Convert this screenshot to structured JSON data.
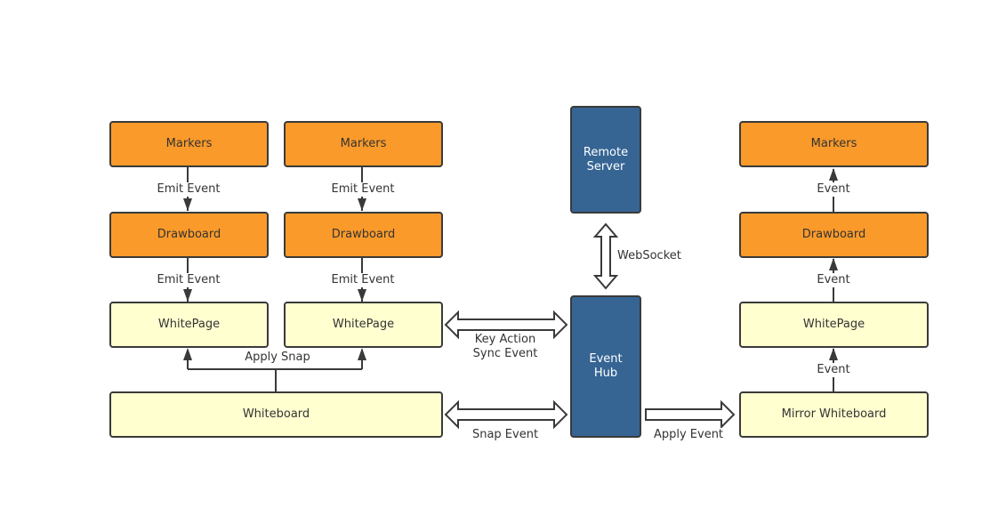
{
  "colors": {
    "orange": "#fa9a2a",
    "yellow": "#ffffd0",
    "blue": "#366594",
    "stroke": "#3a3a3a"
  },
  "nodes": {
    "markers_1": "Markers",
    "markers_2": "Markers",
    "drawboard_1": "Drawboard",
    "drawboard_2": "Drawboard",
    "whitepage_1": "WhitePage",
    "whitepage_2": "WhitePage",
    "whiteboard": "Whiteboard",
    "remote_server": "Remote\nServer",
    "event_hub": "Event\nHub",
    "markers_mirror": "Markers",
    "drawboard_mirror": "Drawboard",
    "whitepage_mirror": "WhitePage",
    "mirror_whiteboard": "Mirror Whiteboard"
  },
  "edges": {
    "emit_1a": "Emit Event",
    "emit_2a": "Emit Event",
    "emit_1b": "Emit Event",
    "emit_2b": "Emit Event",
    "apply_snap": "Apply Snap",
    "websocket": "WebSocket",
    "key_action": "Key Action\nSync Event",
    "snap_event": "Snap Event",
    "apply_event": "Apply Event",
    "mirror_event_1": "Event",
    "mirror_event_2": "Event",
    "mirror_event_3": "Event"
  }
}
